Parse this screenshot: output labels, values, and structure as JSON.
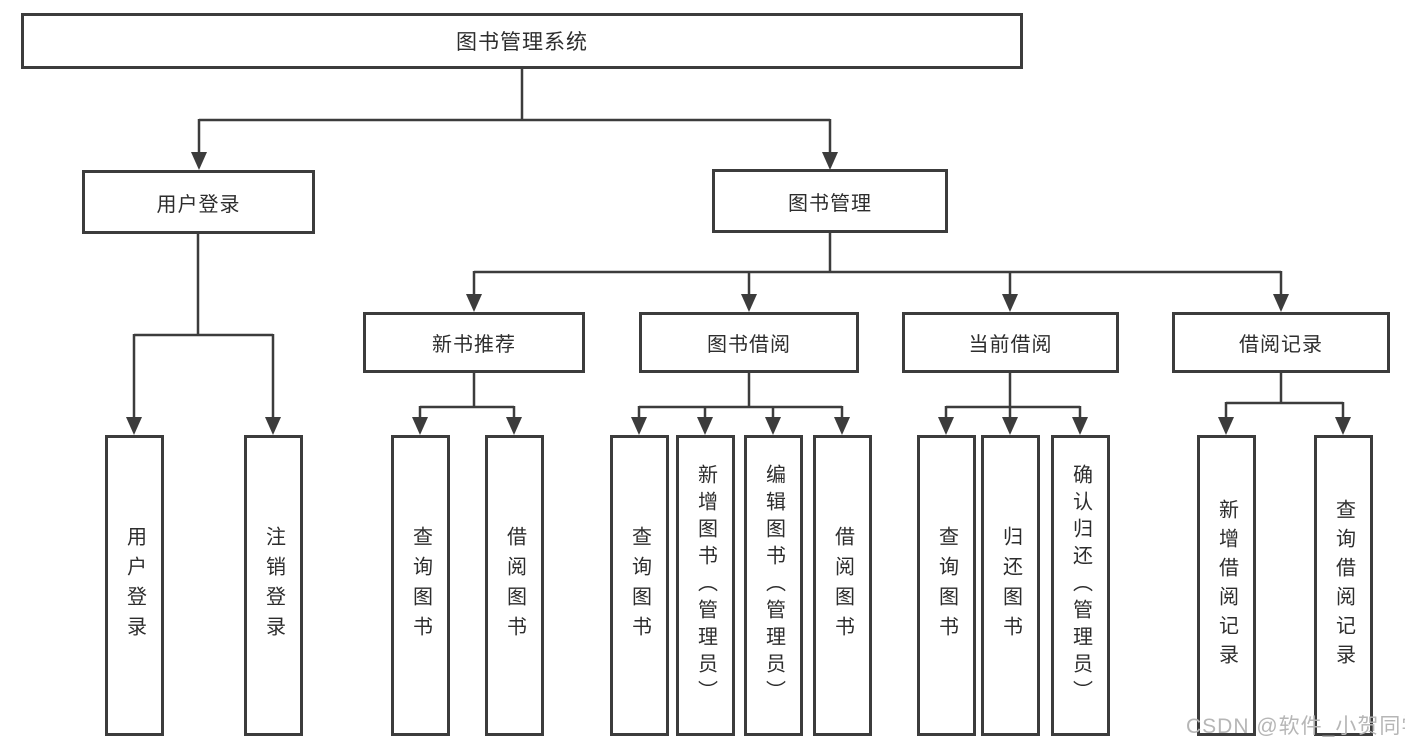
{
  "diagram": {
    "nodes": {
      "root": {
        "label": "图书管理系统"
      },
      "user_login": {
        "label": "用户登录"
      },
      "book_mgmt": {
        "label": "图书管理"
      },
      "leaf_user_login": {
        "label": "用户登录"
      },
      "leaf_logout": {
        "label": "注销登录"
      },
      "new_book": {
        "label": "新书推荐"
      },
      "book_borrow": {
        "label": "图书借阅"
      },
      "current_borrow": {
        "label": "当前借阅"
      },
      "borrow_record": {
        "label": "借阅记录"
      },
      "nb_query": {
        "label": "查询图书"
      },
      "nb_borrow": {
        "label": "借阅图书"
      },
      "bb_query": {
        "label": "查询图书"
      },
      "bb_add": {
        "label": "新增图书（管理员）"
      },
      "bb_edit": {
        "label": "编辑图书（管理员）"
      },
      "bb_borrow": {
        "label": "借阅图书"
      },
      "cb_query": {
        "label": "查询图书"
      },
      "cb_return": {
        "label": "归还图书"
      },
      "cb_confirm": {
        "label": "确认归还（管理员）"
      },
      "br_add": {
        "label": "新增借阅记录"
      },
      "br_query": {
        "label": "查询借阅记录"
      }
    },
    "colors": {
      "line": "#3c3c3c",
      "text": "#2d2d2d",
      "background": "#ffffff",
      "watermark_text": "#b6b6b6"
    }
  },
  "watermark": {
    "label": "CSDN @软件_小贺同学"
  }
}
